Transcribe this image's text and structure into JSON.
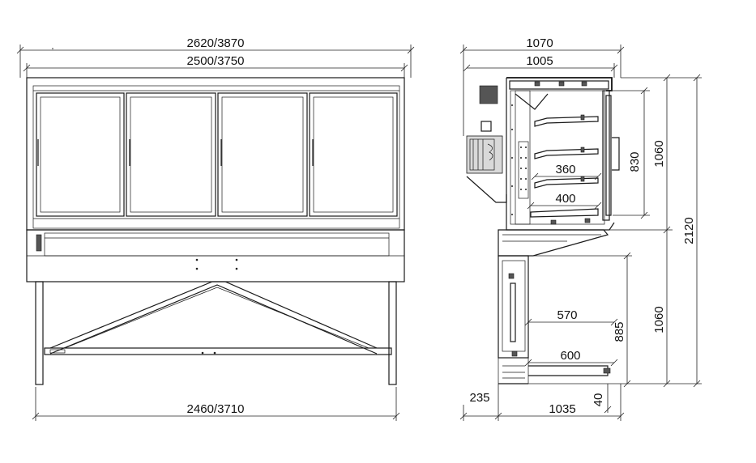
{
  "dimensions": {
    "front_total_width": "2620/3870",
    "front_inner_width": "2500/3750",
    "front_base_width": "2460/3710",
    "side_total_depth": "1070",
    "side_inner_depth": "1005",
    "shelf_depth_1": "360",
    "shelf_depth_2": "400",
    "cabinet_height": "830",
    "upper_height": "1060",
    "total_height": "2120",
    "lower_height": "1060",
    "base_height": "885",
    "base_depth_1": "570",
    "base_depth_2": "600",
    "foot_offset": "235",
    "base_total_depth": "1035",
    "foot_height": "40"
  },
  "colors": {
    "line": "#1a1a1a",
    "background": "#ffffff"
  }
}
